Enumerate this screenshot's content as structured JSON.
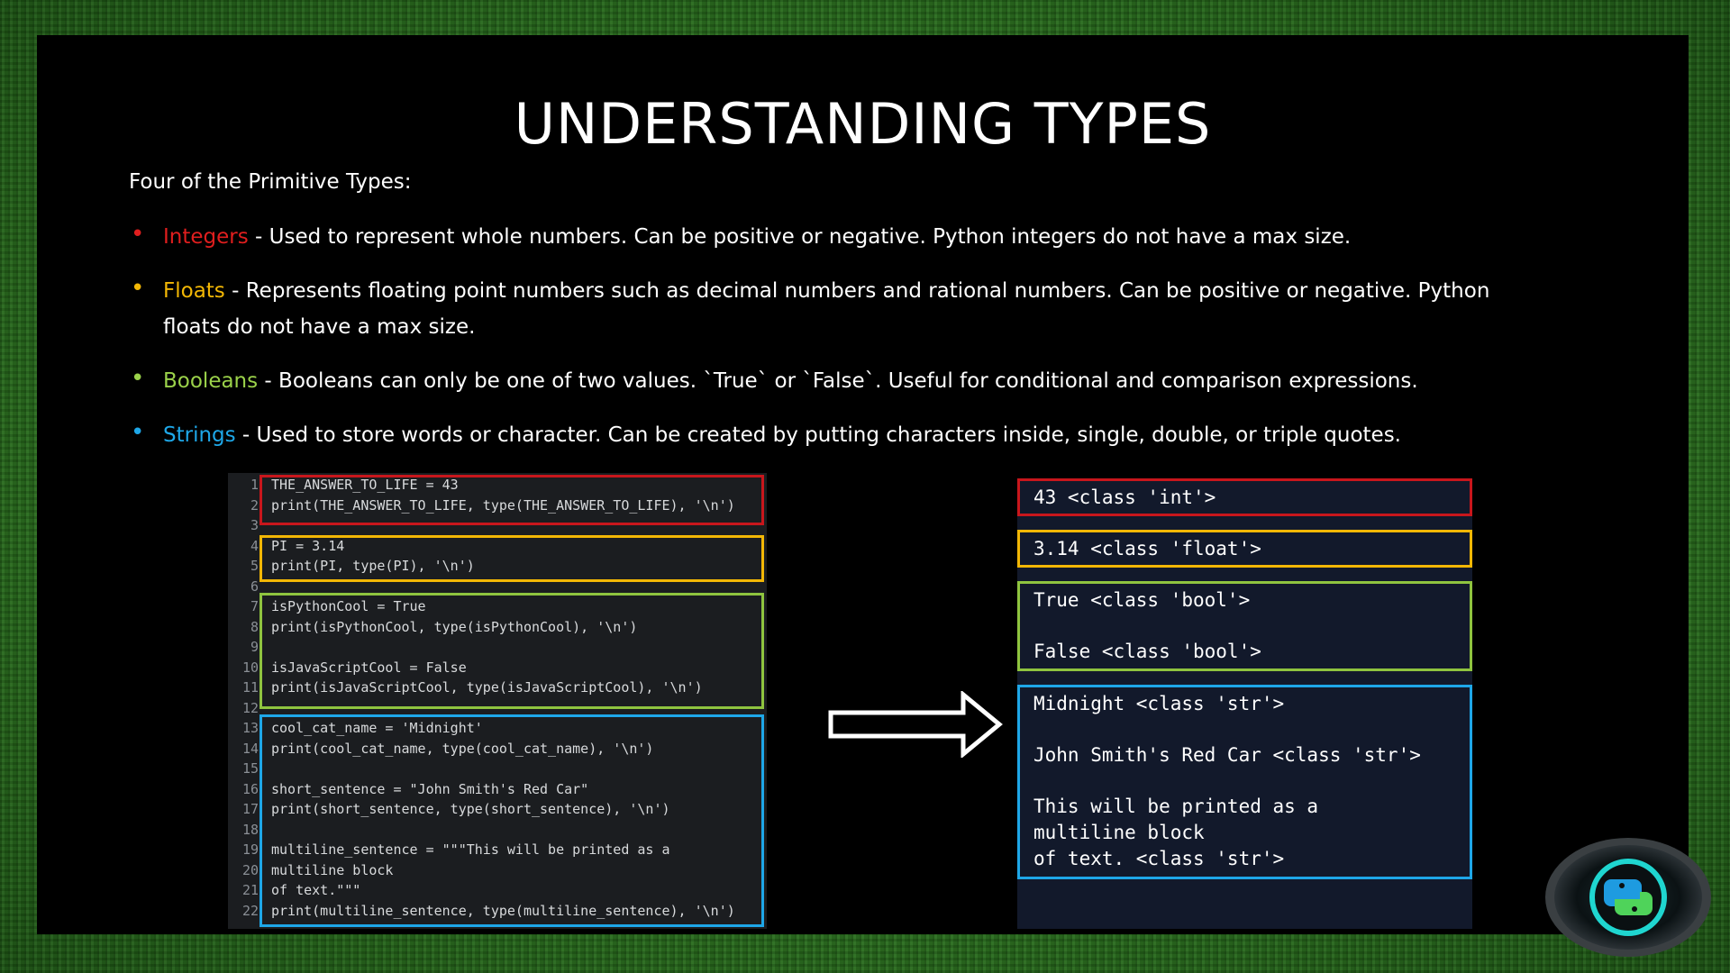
{
  "title": "UNDERSTANDING TYPES",
  "intro": "Four of the Primitive Types:",
  "colors": {
    "integers": "#e01e1e",
    "floats": "#f2b705",
    "booleans": "#9bd24a",
    "strings": "#1ea7e8"
  },
  "bullets": [
    {
      "term": "Integers",
      "text": " - Used to represent whole numbers. Can be positive or negative. Python integers do not have a max size."
    },
    {
      "term": "Floats",
      "text": " - Represents floating point numbers such as decimal numbers and rational numbers. Can be positive or negative. Python floats do not have a max size."
    },
    {
      "term": "Booleans",
      "text": " - Booleans can only be one of two values. `True` or `False`. Useful for conditional and comparison expressions."
    },
    {
      "term": "Strings",
      "text": " - Used to store words or character. Can be created by putting characters inside, single, double, or triple quotes."
    }
  ],
  "code": {
    "lines": [
      {
        "n": "1",
        "t": "THE_ANSWER_TO_LIFE = 43"
      },
      {
        "n": "2",
        "t": "print(THE_ANSWER_TO_LIFE, type(THE_ANSWER_TO_LIFE), '\\n')"
      },
      {
        "n": "3",
        "t": ""
      },
      {
        "n": "4",
        "t": "PI = 3.14"
      },
      {
        "n": "5",
        "t": "print(PI, type(PI), '\\n')"
      },
      {
        "n": "6",
        "t": ""
      },
      {
        "n": "7",
        "t": "isPythonCool = True"
      },
      {
        "n": "8",
        "t": "print(isPythonCool, type(isPythonCool), '\\n')"
      },
      {
        "n": "9",
        "t": ""
      },
      {
        "n": "10",
        "t": "isJavaScriptCool = False"
      },
      {
        "n": "11",
        "t": "print(isJavaScriptCool, type(isJavaScriptCool), '\\n')"
      },
      {
        "n": "12",
        "t": ""
      },
      {
        "n": "13",
        "t": "cool_cat_name = 'Midnight'"
      },
      {
        "n": "14",
        "t": "print(cool_cat_name, type(cool_cat_name), '\\n')"
      },
      {
        "n": "15",
        "t": ""
      },
      {
        "n": "16",
        "t": "short_sentence = \"John Smith's Red Car\""
      },
      {
        "n": "17",
        "t": "print(short_sentence, type(short_sentence), '\\n')"
      },
      {
        "n": "18",
        "t": ""
      },
      {
        "n": "19",
        "t": "multiline_sentence = \"\"\"This will be printed as a"
      },
      {
        "n": "20",
        "t": "multiline block"
      },
      {
        "n": "21",
        "t": "of text.\"\"\""
      },
      {
        "n": "22",
        "t": "print(multiline_sentence, type(multiline_sentence), '\\n')"
      }
    ]
  },
  "output": {
    "int": [
      "43 <class 'int'>"
    ],
    "float": [
      "3.14 <class 'float'>"
    ],
    "bool": [
      "True <class 'bool'>",
      "",
      "False <class 'bool'>"
    ],
    "str": [
      "Midnight <class 'str'>",
      "",
      "John Smith's Red Car <class 'str'>",
      "",
      "This will be printed as a",
      "multiline block",
      "of text. <class 'str'>"
    ]
  },
  "icons": {
    "arrow": "right-arrow-icon",
    "logo": "python-logo-icon"
  }
}
